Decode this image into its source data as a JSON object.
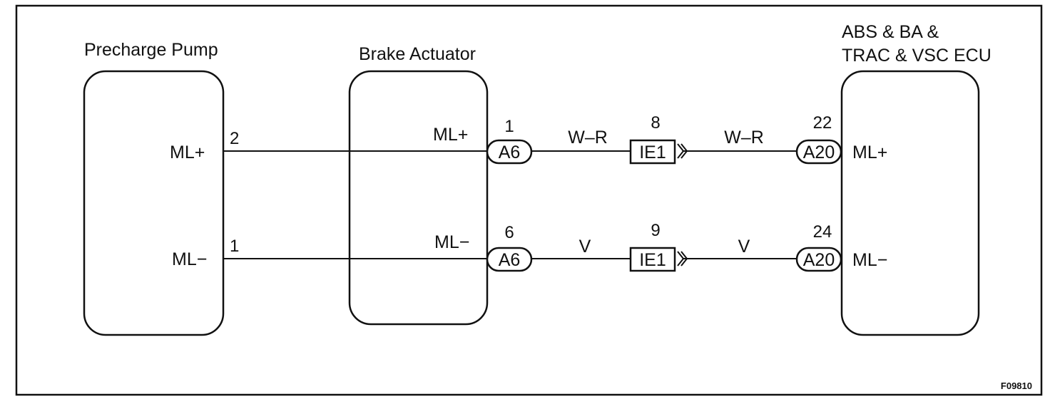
{
  "components": {
    "pump": {
      "title": "Precharge Pump",
      "pin_pos": "ML+",
      "pin_neg": "ML−",
      "pin_pos_no": "2",
      "pin_neg_no": "1"
    },
    "actuator": {
      "title": "Brake Actuator",
      "pin_pos": "ML+",
      "pin_neg": "ML−"
    },
    "ecu": {
      "title_line1": "ABS & BA &",
      "title_line2": "TRAC & VSC ECU",
      "pin_pos": "ML+",
      "pin_neg": "ML−"
    }
  },
  "connectors": {
    "a6": {
      "label": "A6",
      "pin_top": "1",
      "pin_bottom": "6"
    },
    "ie1": {
      "label": "IE1",
      "pin_top": "8",
      "pin_bottom": "9"
    },
    "a20": {
      "label": "A20",
      "pin_top": "22",
      "pin_bottom": "24"
    }
  },
  "wires": {
    "top_color_left": "W–R",
    "top_color_right": "W–R",
    "bottom_color_left": "V",
    "bottom_color_right": "V"
  },
  "figure_code": "F09810"
}
